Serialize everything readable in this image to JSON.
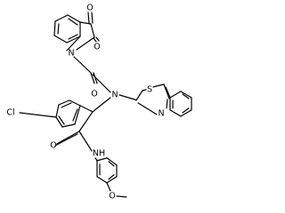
{
  "molecule": {
    "atoms": {
      "o_isatin_3": "O",
      "o_isatin_2": "O",
      "n_isatin": "N",
      "o_acyl": "O",
      "n_amide": "N",
      "s_thiazole": "S",
      "n_thiazole": "N",
      "cl": "Cl",
      "o_amide": "O",
      "nh_amide": "NH",
      "o_methoxy": "O"
    },
    "colors": {
      "bond": "#000000",
      "label": "#000000",
      "background": "#ffffff"
    }
  }
}
